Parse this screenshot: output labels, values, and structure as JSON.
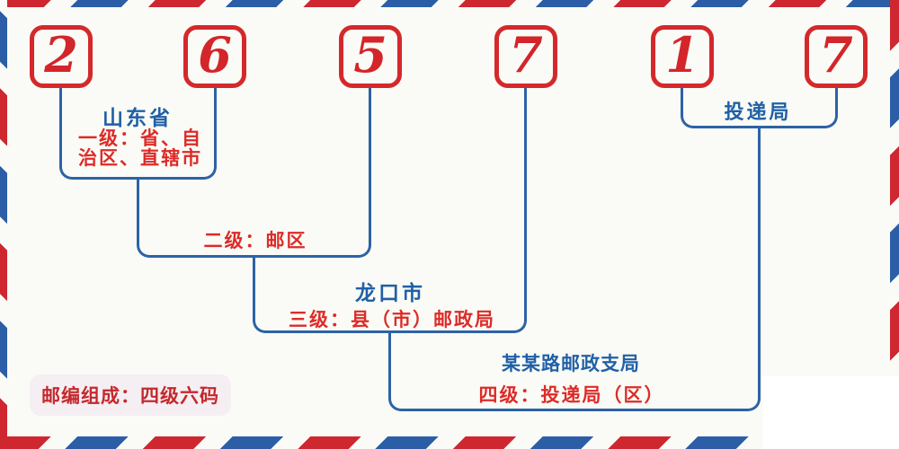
{
  "colors": {
    "bg": "#fafbf6",
    "stripe-red": "#cf2730",
    "stripe-blue": "#2b5ea7",
    "box-red": "#d4292b",
    "digit-red": "#d3252a",
    "line-blue": "#2d62a6",
    "title-blue": "#2060a6",
    "label-red": "#dd2b28",
    "badge-bg": "#f5eef3",
    "badge-red": "#c4292c"
  },
  "digits": [
    "2",
    "6",
    "5",
    "7",
    "1",
    "7"
  ],
  "annotations": {
    "level1": {
      "title": "山东省",
      "label": "一级：省、自\n治区、直辖市"
    },
    "level2": {
      "label": "二级：邮区"
    },
    "level3": {
      "title": "龙口市",
      "label": "三级：县（市）邮政局"
    },
    "level4": {
      "title": "某某路邮政支局",
      "label": "四级：投递局（区）"
    },
    "delivery_office": {
      "title": "投递局"
    }
  },
  "badge": {
    "text": "邮编组成：四级六码"
  }
}
